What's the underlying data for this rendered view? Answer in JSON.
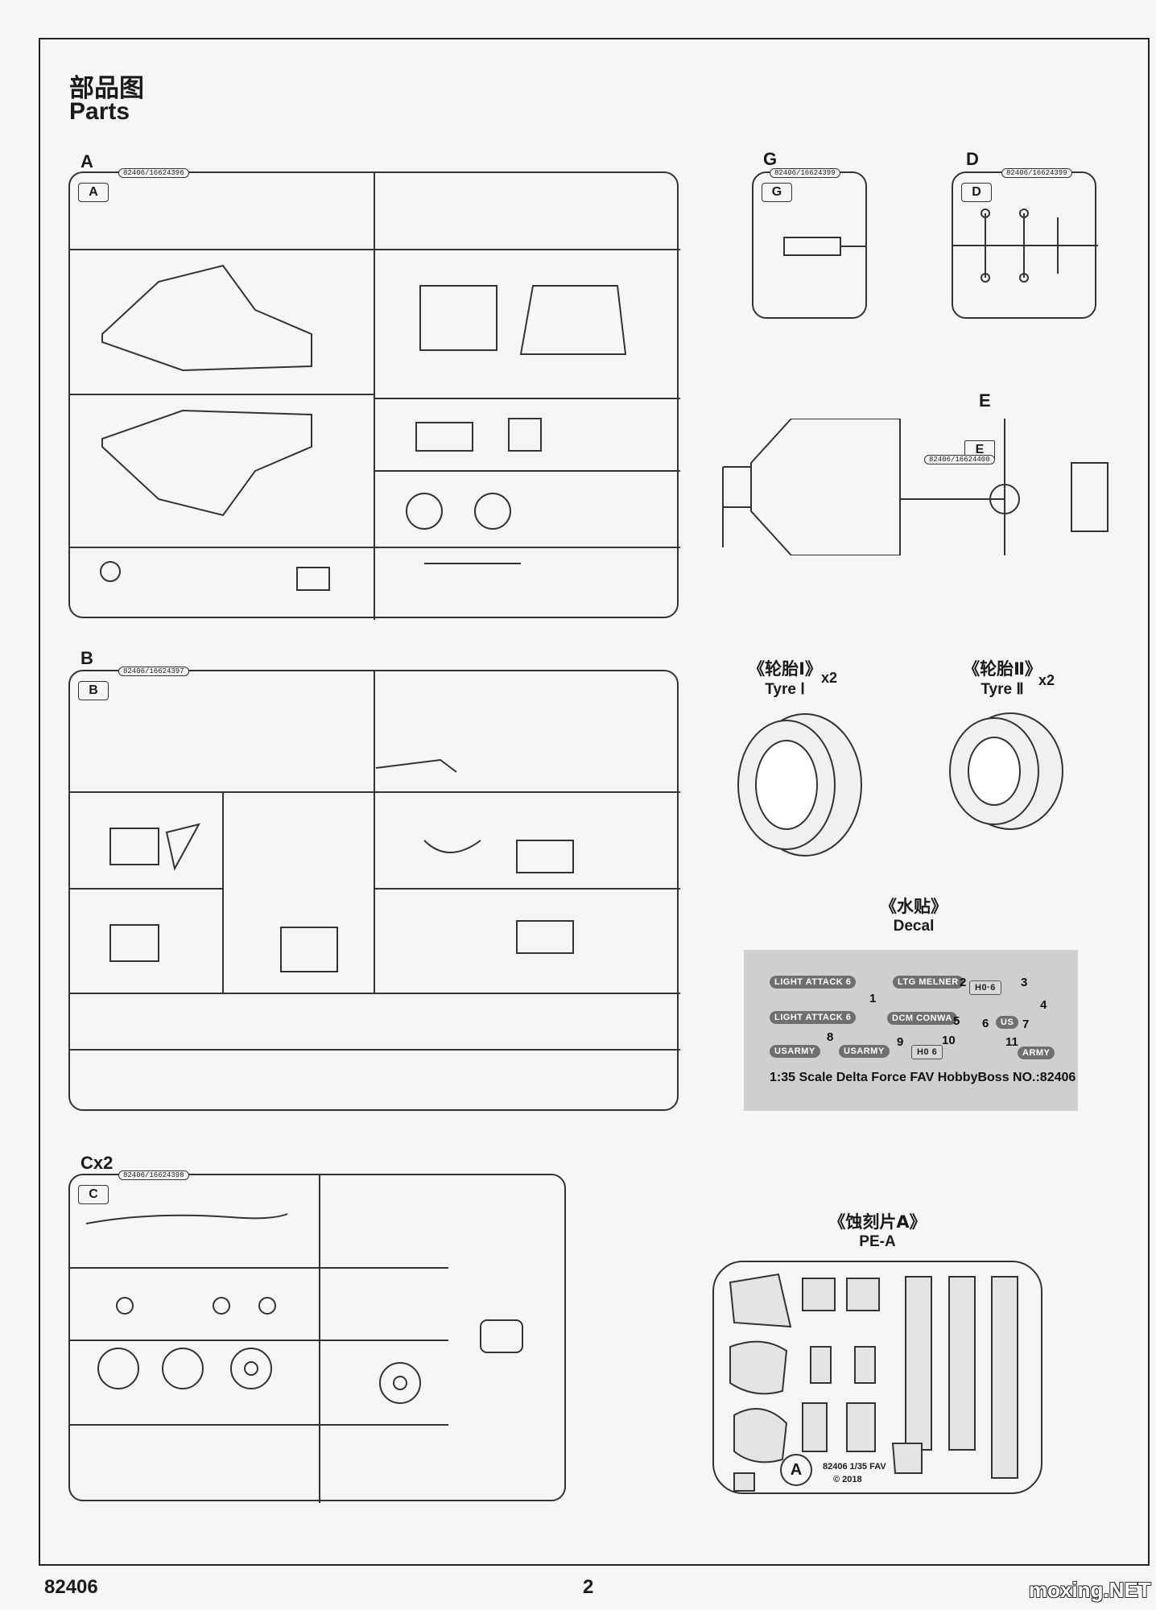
{
  "heading": {
    "cn": "部品图",
    "en": "Parts"
  },
  "sprues": {
    "A": {
      "label": "A",
      "tag": "A",
      "code": "82406/16624396"
    },
    "B": {
      "label": "B",
      "tag": "B",
      "code": "82406/16624397"
    },
    "C": {
      "label": "Cx2",
      "tag": "C",
      "code": "82406/16624398"
    },
    "G": {
      "label": "G",
      "tag": "G",
      "code": "82406/16624399"
    },
    "D": {
      "label": "D",
      "tag": "D",
      "code": "82406/16624399"
    },
    "E": {
      "label": "E",
      "tag": "E",
      "code": "82406/16624400"
    }
  },
  "tyre1": {
    "cn": "《轮胎Ⅰ》",
    "en": "Tyre Ⅰ",
    "mult": "x2"
  },
  "tyre2": {
    "cn": "《轮胎Ⅱ》",
    "en": "Tyre Ⅱ",
    "mult": "x2"
  },
  "decal": {
    "cn": "《水贴》",
    "en": "Decal",
    "chips": [
      "LIGHT ATTACK 6",
      "LTG MELNER",
      "H0·6",
      "LIGHT ATTACK 6",
      "DCM CONWA",
      "US",
      "USARMY",
      "USARMY",
      "H0 6",
      "ARMY"
    ],
    "numbers": [
      "1",
      "2",
      "3",
      "4",
      "5",
      "6",
      "7",
      "8",
      "9",
      "10",
      "11"
    ],
    "footer": "1:35  Scale  Delta Force FAV  HobbyBoss  NO.:82406"
  },
  "pe": {
    "cn": "《蚀刻片A》",
    "en": "PE-A",
    "tag": "A",
    "imprint": "82406  1/35  FAV",
    "copyright": "©  2018"
  },
  "footer": {
    "number": "82406",
    "page": "2",
    "watermark": "moxing.NET"
  }
}
